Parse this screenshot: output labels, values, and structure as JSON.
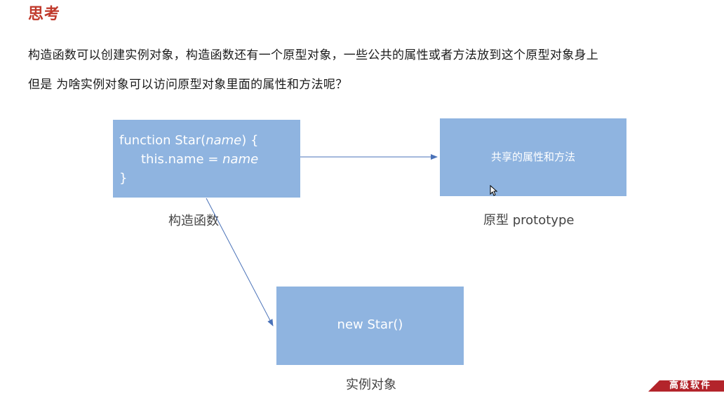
{
  "title": "思考",
  "paragraph": {
    "line1": "构造函数可以创建实例对象，构造函数还有一个原型对象，一些公共的属性或者方法放到这个原型对象身上",
    "line2": "但是 为啥实例对象可以访问原型对象里面的属性和方法呢？"
  },
  "constructor_box": {
    "line1_prefix": "function Star(",
    "line1_param": "name",
    "line1_suffix": ") {",
    "line2_prefix": "this.name = ",
    "line2_param": "name",
    "line3": "}"
  },
  "prototype_box": {
    "label": "共享的属性和方法"
  },
  "instance_box": {
    "label": "new Star()"
  },
  "captions": {
    "constructor": "构造函数",
    "prototype": "原型 prototype",
    "instance": "实例对象"
  },
  "logo": {
    "text": "高级软件"
  },
  "colors": {
    "title": "#c0392b",
    "box_fill": "#8fb4e0",
    "arrow": "#4a72b8",
    "logo_banner": "#b3242b"
  }
}
